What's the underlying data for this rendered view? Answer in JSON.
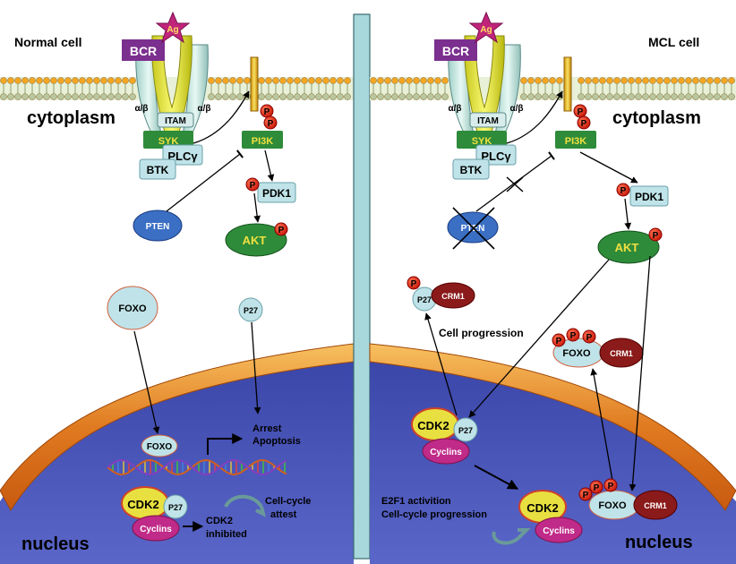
{
  "left_panel": {
    "title": "Normal cell",
    "cytoplasm": "cytoplasm",
    "nucleus": "nucleus",
    "receptor": {
      "bcr": "BCR",
      "ag": "Ag",
      "ab_left": "α/β",
      "ab_right": "α/β",
      "itam": "ITAM"
    },
    "syk": "SYK",
    "plcg": "PLCγ",
    "btk": "BTK",
    "pi3k": "PI3K",
    "pdk1": "PDK1",
    "pten": "PTEN",
    "akt": "AKT",
    "foxo": "FOXO",
    "p27": "P27",
    "foxo_nuclear": "FOXO",
    "arrest": "Arrest",
    "apoptosis": "Apoptosis",
    "cdk2": "CDK2",
    "p27_nuclear": "P27",
    "cyclins": "Cyclins",
    "cdk2_inhibited_1": "CDK2",
    "cdk2_inhibited_2": "inhibited",
    "cell_cycle_1": "Cell-cycle",
    "cell_cycle_2": "attest"
  },
  "right_panel": {
    "title": "MCL cell",
    "cytoplasm": "cytoplasm",
    "nucleus": "nucleus",
    "receptor": {
      "bcr": "BCR",
      "ag": "Ag",
      "ab_left": "α/β",
      "ab_right": "α/β",
      "itam": "ITAM"
    },
    "syk": "SYK",
    "plcg": "PLCγ",
    "btk": "BTK",
    "pi3k": "PI3K",
    "pdk1": "PDK1",
    "pten": "PTEN",
    "akt": "AKT",
    "p27": "P27",
    "crm1": "CRM1",
    "cell_progression": "Cell progression",
    "foxo_cyto": "FOXO",
    "crm1_cyto": "CRM1",
    "cdk2": "CDK2",
    "p27_nuclear": "P27",
    "cyclins": "Cyclins",
    "e2f1_1": "E2F1 activition",
    "e2f1_2": "Cell-cycle progression",
    "cdk2_free": "CDK2",
    "cyclins_free": "Cyclins",
    "foxo_nuclear": "FOXO",
    "crm1_nuclear": "CRM1"
  },
  "phospho_label": "P",
  "colors": {
    "membrane_head": "#f5a623",
    "membrane_tail": "#b8c7a0",
    "nucleus": "#4a56b8",
    "envelope": "#e8a030",
    "divider": "#a8d8dc",
    "syk": "#2e8b3a",
    "pi3k": "#2e8b3a",
    "akt": "#2e8b3a",
    "pten": "#3a6fc4",
    "bcr": "#7b2f8e",
    "ag": "#c0257a",
    "crm1": "#8b1a1a",
    "cyclins": "#c02a88",
    "cdk2": "#e8e040",
    "phospho": "#e02010",
    "light_node": "#bfe3e8"
  }
}
